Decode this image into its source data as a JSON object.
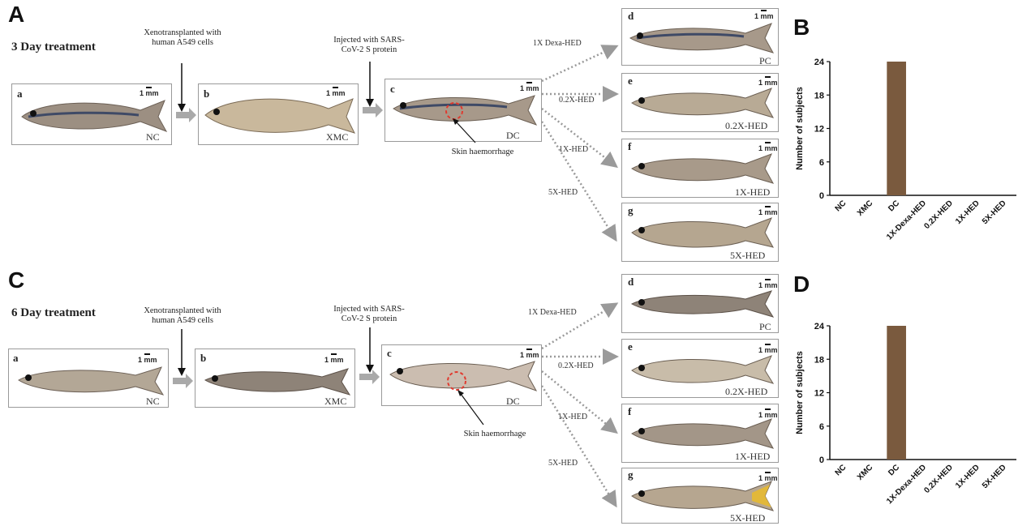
{
  "panels": {
    "A": {
      "letter": "A",
      "title": "3 Day treatment",
      "xeno_note": "Xenotransplanted with human A549 cells",
      "inject_note": "Injected with SARS-CoV-2 S protein",
      "haemorrhage_note": "Skin haemorrhage",
      "scale_text": "1 mm",
      "fish": [
        {
          "sub": "a",
          "label": "NC"
        },
        {
          "sub": "b",
          "label": "XMC"
        },
        {
          "sub": "c",
          "label": "DC"
        },
        {
          "sub": "d",
          "label": "PC"
        },
        {
          "sub": "e",
          "label": "0.2X-HED"
        },
        {
          "sub": "f",
          "label": "1X-HED"
        },
        {
          "sub": "g",
          "label": "5X-HED"
        }
      ],
      "doses": [
        "1X Dexa-HED",
        "0.2X-HED",
        "1X-HED",
        "5X-HED"
      ]
    },
    "C": {
      "letter": "C",
      "title": "6 Day treatment",
      "xeno_note": "Xenotransplanted with human A549 cells",
      "inject_note": "Injected with SARS-CoV-2 S protein",
      "haemorrhage_note": "Skin haemorrhage",
      "scale_text": "1 mm",
      "fish": [
        {
          "sub": "a",
          "label": "NC"
        },
        {
          "sub": "b",
          "label": "XMC"
        },
        {
          "sub": "c",
          "label": "DC"
        },
        {
          "sub": "d",
          "label": "PC"
        },
        {
          "sub": "e",
          "label": "0.2X-HED"
        },
        {
          "sub": "f",
          "label": "1X-HED"
        },
        {
          "sub": "g",
          "label": "5X-HED"
        }
      ],
      "doses": [
        "1X Dexa-HED",
        "0.2X-HED",
        "1X-HED",
        "5X-HED"
      ]
    },
    "B": {
      "letter": "B"
    },
    "D": {
      "letter": "D"
    }
  },
  "colors": {
    "bar": "#7a5a3e",
    "arrow_gray": "#a9a9a9",
    "dotted": "#9a9a9a",
    "circle": "#e03a2f"
  },
  "chart_data": [
    {
      "type": "bar",
      "panel": "B",
      "categories": [
        "NC",
        "XMC",
        "DC",
        "1X-Dexa-HED",
        "0.2X-HED",
        "1X-HED",
        "5X-HED"
      ],
      "values": [
        0,
        0,
        24,
        0,
        0,
        0,
        0
      ],
      "ylabel": "Number of subjects",
      "ylim": [
        0,
        24
      ],
      "yticks": [
        0,
        6,
        12,
        18,
        24
      ],
      "grid": false
    },
    {
      "type": "bar",
      "panel": "D",
      "categories": [
        "NC",
        "XMC",
        "DC",
        "1X-Dexa-HED",
        "0.2X-HED",
        "1X-HED",
        "5X-HED"
      ],
      "values": [
        0,
        0,
        24,
        0,
        0,
        0,
        0
      ],
      "ylabel": "Number of subjects",
      "ylim": [
        0,
        24
      ],
      "yticks": [
        0,
        6,
        12,
        18,
        24
      ],
      "grid": false
    }
  ]
}
